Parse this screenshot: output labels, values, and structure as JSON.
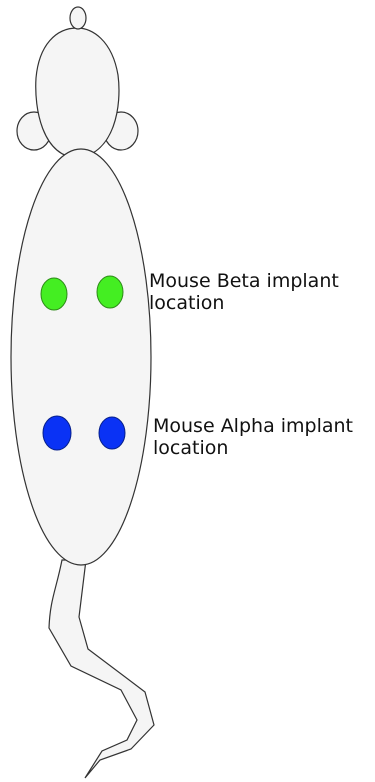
{
  "labels": {
    "beta": {
      "line1": "Mouse Beta implant",
      "line2": "location"
    },
    "alpha": {
      "line1": "Mouse Alpha implant",
      "line2": "location"
    }
  },
  "colors": {
    "body_fill": "#f5f5f5",
    "outline": "#333333",
    "beta_implant": "#44ee22",
    "alpha_implant": "#0a32f5"
  },
  "icons": {
    "mouse": "mouse-top-view-icon",
    "beta_marker": "green-implant-dot",
    "alpha_marker": "blue-implant-dot"
  }
}
